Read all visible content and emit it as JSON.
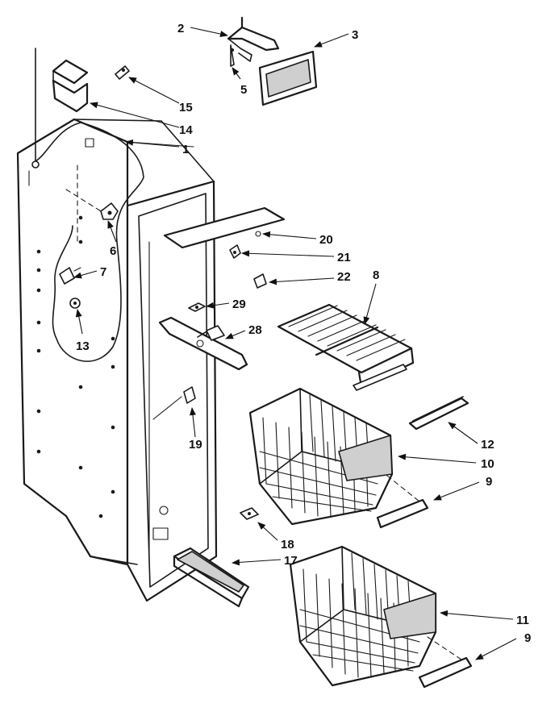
{
  "callouts": [
    {
      "id": "c1",
      "text": "1"
    },
    {
      "id": "c2",
      "text": "2"
    },
    {
      "id": "c3",
      "text": "3"
    },
    {
      "id": "c5",
      "text": "5"
    },
    {
      "id": "c6",
      "text": "6"
    },
    {
      "id": "c7",
      "text": "7"
    },
    {
      "id": "c8",
      "text": "8"
    },
    {
      "id": "c9a",
      "text": "9"
    },
    {
      "id": "c9b",
      "text": "9"
    },
    {
      "id": "c10",
      "text": "10"
    },
    {
      "id": "c11",
      "text": "11"
    },
    {
      "id": "c12",
      "text": "12"
    },
    {
      "id": "c13",
      "text": "13"
    },
    {
      "id": "c14",
      "text": "14"
    },
    {
      "id": "c15",
      "text": "15"
    },
    {
      "id": "c17",
      "text": "17"
    },
    {
      "id": "c18",
      "text": "18"
    },
    {
      "id": "c19",
      "text": "19"
    },
    {
      "id": "c20",
      "text": "20"
    },
    {
      "id": "c21",
      "text": "21"
    },
    {
      "id": "c22",
      "text": "22"
    },
    {
      "id": "c28",
      "text": "28"
    },
    {
      "id": "c29",
      "text": "29"
    }
  ]
}
